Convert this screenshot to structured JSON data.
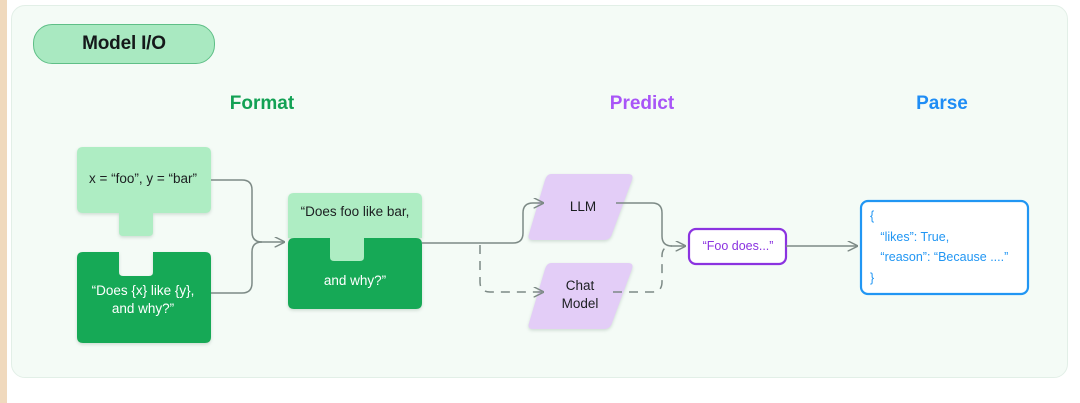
{
  "card": {
    "badge_label": "Model I/O",
    "background": "#f4fbf6",
    "badge_fill": "#a9e9c1",
    "badge_border": "#5fbf87"
  },
  "columns": [
    {
      "key": "format",
      "label": "Format",
      "color": "#12a154"
    },
    {
      "key": "predict",
      "label": "Predict",
      "color": "#a855f7"
    },
    {
      "key": "parse",
      "label": "Parse",
      "color": "#1f8df5"
    }
  ],
  "nodes": {
    "variables_piece": {
      "text": "x = “foo”, y = “bar”",
      "fill": "#aeedc3",
      "shape": "puzzle-tab-bottom"
    },
    "prompt_template_piece": {
      "text": "“Does {x} like {y},\nand why?”",
      "fill": "#17a957",
      "shape": "puzzle-notch-top"
    },
    "merged_piece_top": {
      "text": "“Does foo like bar,",
      "fill": "#aeedc3"
    },
    "merged_piece_bottom": {
      "text": "and why?”",
      "fill": "#17a957"
    },
    "llm": {
      "text": "LLM",
      "fill": "#e3cdf7",
      "shape": "parallelogram"
    },
    "chat_model": {
      "text": "Chat\nModel",
      "fill": "#e3cdf7",
      "shape": "parallelogram"
    },
    "response": {
      "text": "“Foo does...”",
      "border": "#8b33e0",
      "fill": "#ffffff"
    },
    "parsed_output": {
      "lines": [
        "{",
        "   “likes”: True,",
        "   “reason”: “Because ....”",
        "}"
      ],
      "border": "#2196f3",
      "fill": "#ffffff"
    }
  },
  "connectors": {
    "stroke": "#7d8a86",
    "edges": [
      {
        "from": "variables_piece",
        "to": "merged_piece",
        "style": "solid"
      },
      {
        "from": "prompt_template_piece",
        "to": "merged_piece",
        "style": "solid"
      },
      {
        "from": "merged_piece",
        "to": "llm",
        "style": "solid"
      },
      {
        "from": "merged_piece",
        "to": "chat_model",
        "style": "dashed"
      },
      {
        "from": "llm",
        "to": "response",
        "style": "solid"
      },
      {
        "from": "chat_model",
        "to": "response",
        "style": "dashed"
      },
      {
        "from": "response",
        "to": "parsed_output",
        "style": "solid"
      }
    ]
  }
}
